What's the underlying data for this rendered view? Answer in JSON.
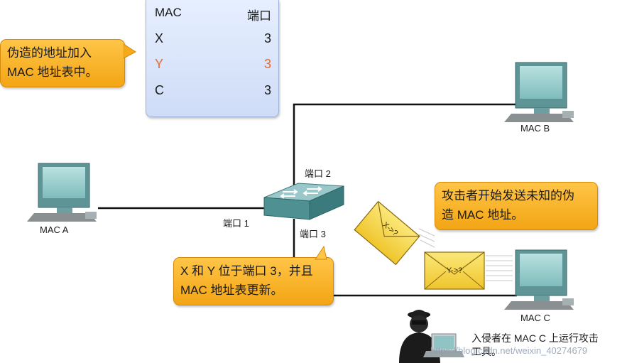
{
  "mac_table": {
    "headers": [
      "MAC",
      "端口"
    ],
    "rows": [
      {
        "mac": "X",
        "port": "3",
        "highlighted": false
      },
      {
        "mac": "Y",
        "port": "3",
        "highlighted": true
      },
      {
        "mac": "C",
        "port": "3",
        "highlighted": false
      }
    ],
    "highlight_color": "#e8682a"
  },
  "callouts": {
    "fake_address": [
      "伪造的地址加入",
      "MAC 地址表中。"
    ],
    "attack_start": [
      "攻击者开始发送未知的伪",
      "造 MAC 地址。"
    ],
    "xy_port": [
      "X 和 Y 位于端口 3，并且",
      "MAC 地址表更新。"
    ]
  },
  "ports": {
    "port1": "端口 1",
    "port2": "端口 2",
    "port3": "端口 3"
  },
  "hosts": {
    "a": "MAC A",
    "b": "MAC B",
    "c": "MAC C"
  },
  "envelopes": {
    "e1": "X->?",
    "e2": "Y->?"
  },
  "intruder_note": [
    "入侵者在 MAC C 上运行攻击",
    "工具。"
  ],
  "watermark": "https://blog.csdn.net/weixin_40274679",
  "colors": {
    "callout": "#f7b02a",
    "table_bg": "#dbe6fb",
    "device": "#5a9ea0",
    "envelope": "#f5d94a"
  }
}
